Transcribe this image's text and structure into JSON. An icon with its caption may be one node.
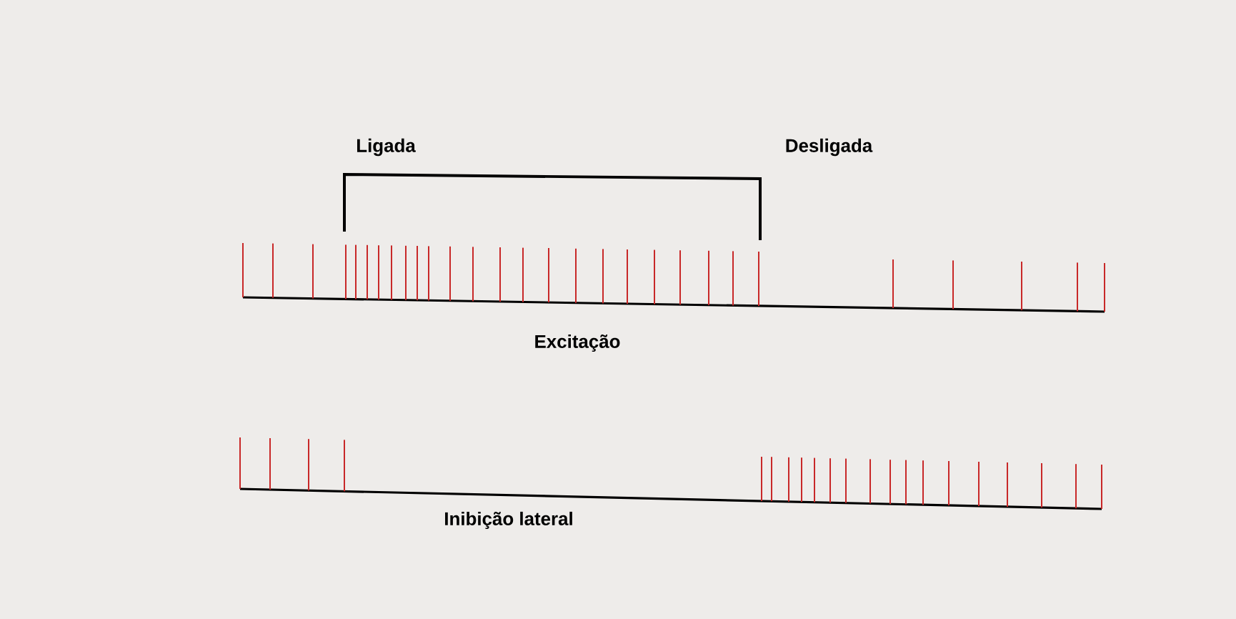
{
  "diagram": {
    "labels": [
      "Ligada",
      "Desligada",
      "Excitação",
      "Inibição lateral"
    ]
  }
}
